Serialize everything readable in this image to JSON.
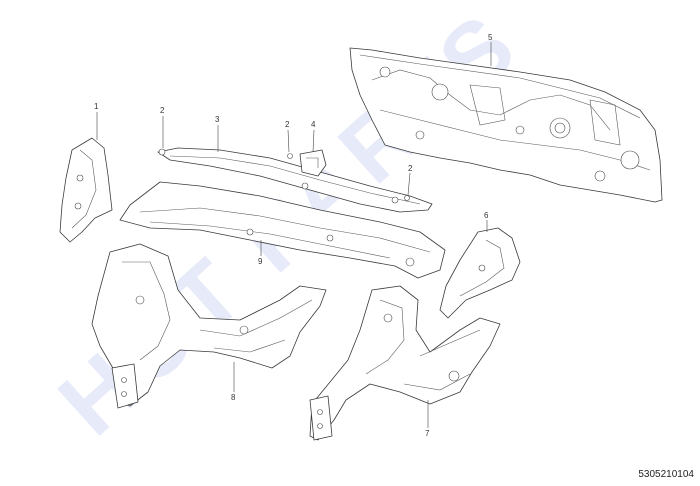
{
  "watermark": "HOT PARTS",
  "callouts": {
    "c1": "1",
    "c2a": "2",
    "c3": "3",
    "c2b": "2",
    "c4": "4",
    "c5": "5",
    "c2c": "2",
    "c6": "6",
    "c7": "7",
    "c8": "8",
    "c9": "9"
  },
  "document_number": "5305210104"
}
